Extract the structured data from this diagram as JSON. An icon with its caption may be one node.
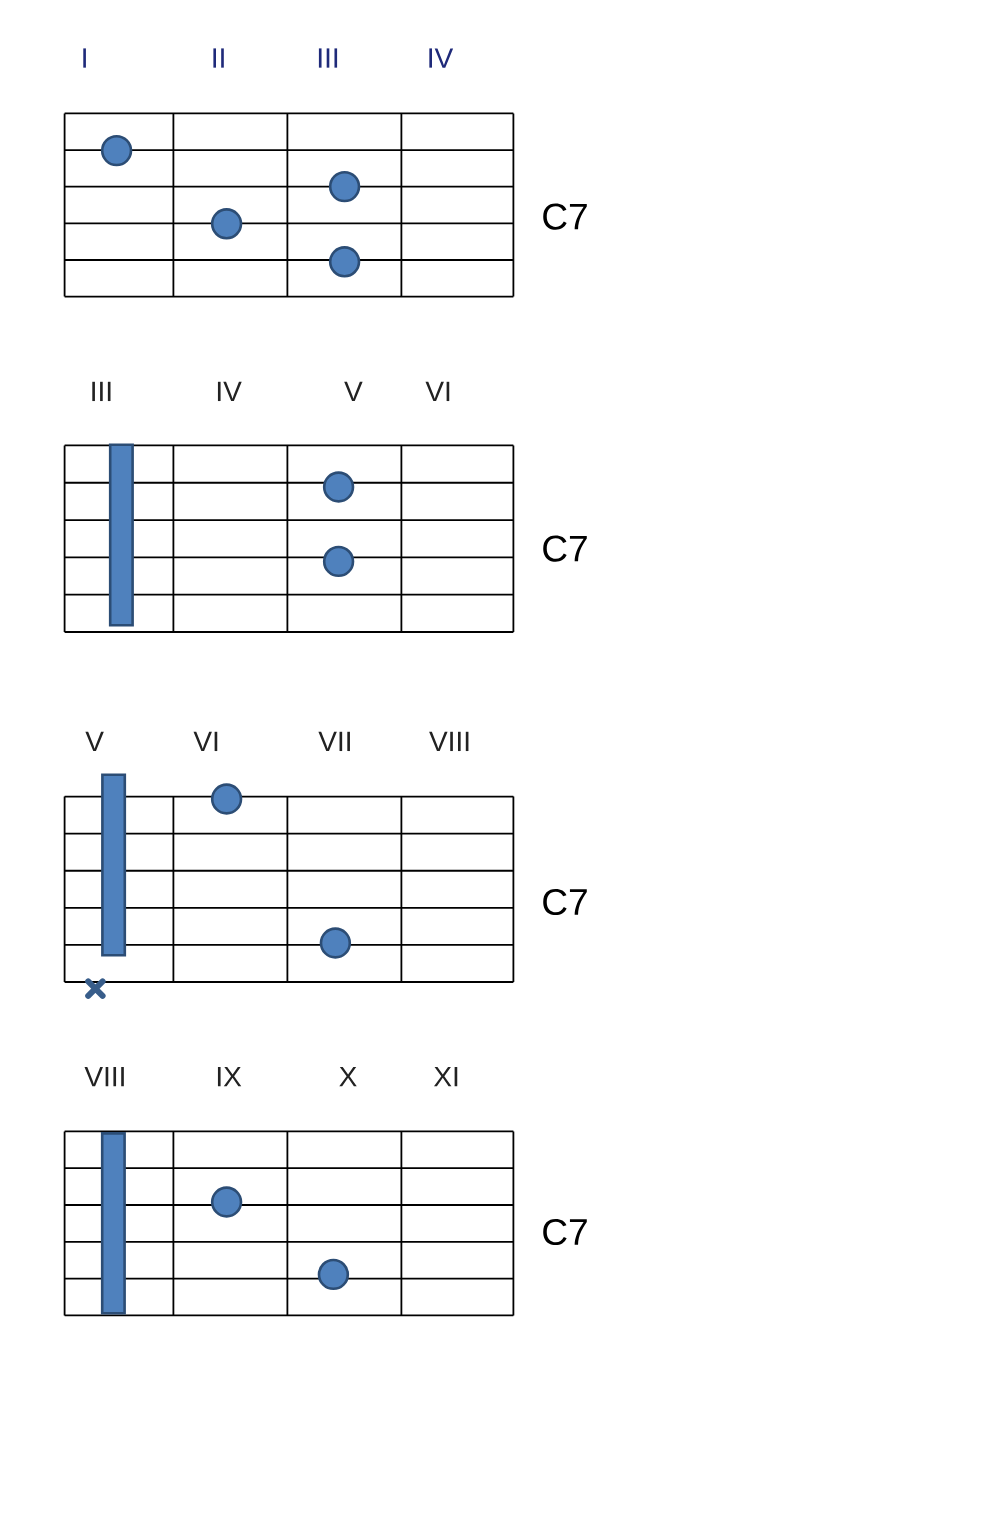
{
  "diagram": {
    "labels": [
      "I",
      "II",
      "III",
      "IV",
      "C7",
      "III",
      "IV",
      "V",
      "VI",
      "C7",
      "V",
      "VI",
      "VII",
      "VIII",
      "C7",
      "VIII",
      "IX",
      "X",
      "XI",
      "C7"
    ]
  }
}
